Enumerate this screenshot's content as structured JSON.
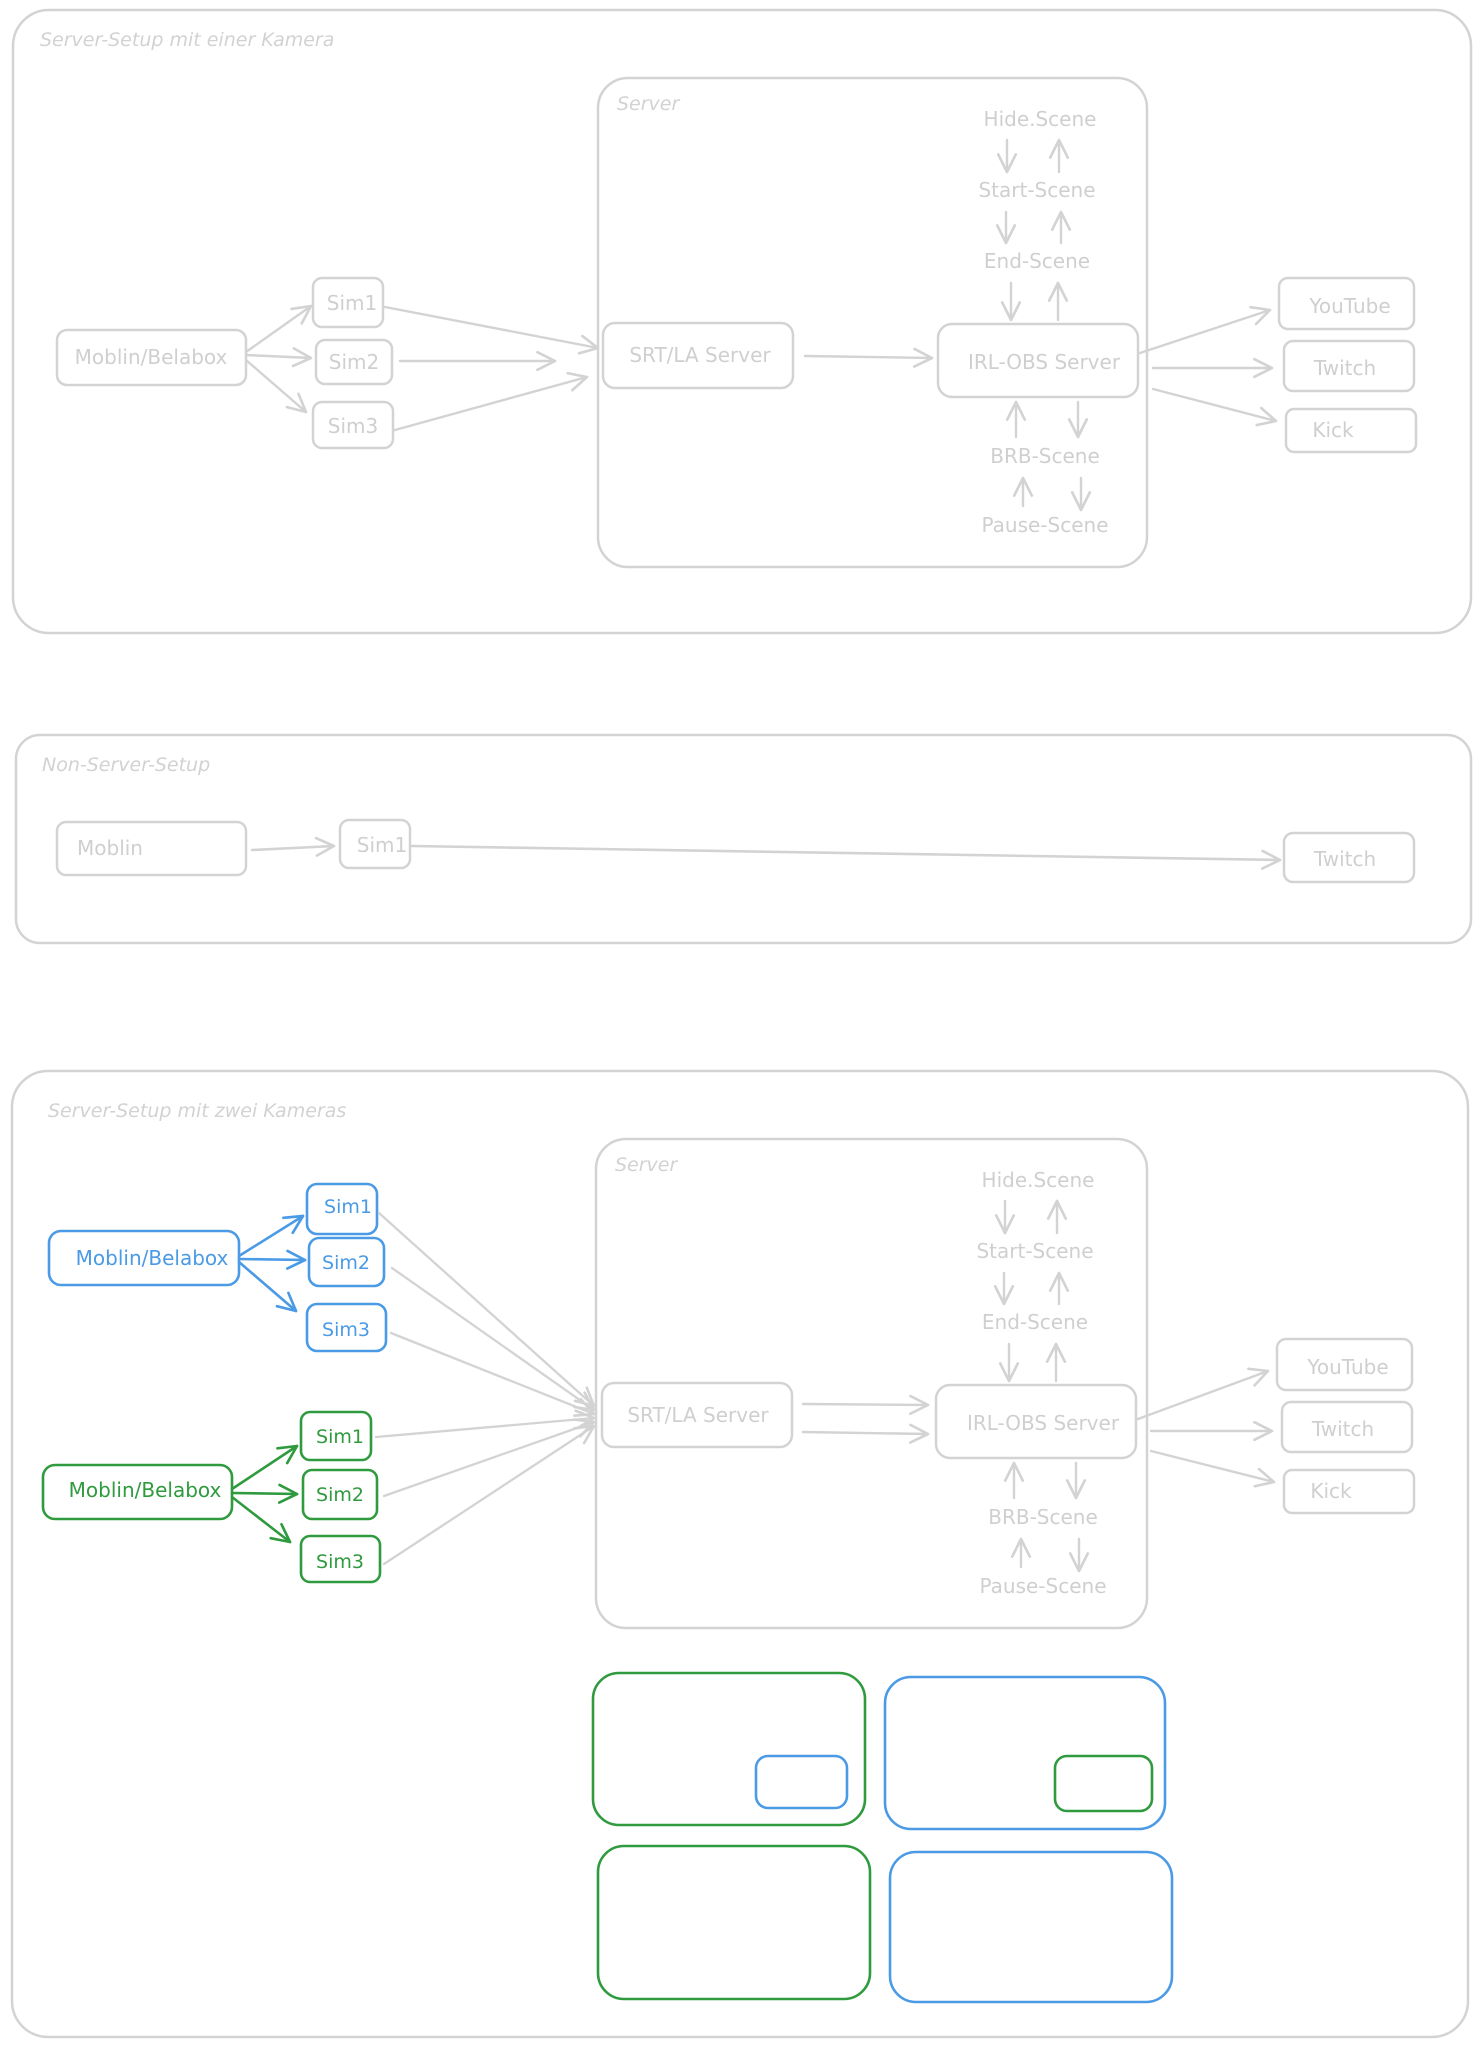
{
  "colors": {
    "grey": "#d3d3d3",
    "text_grey": "#cccccc",
    "blue": "#4a9ae6",
    "green": "#2f9a3e"
  },
  "section1": {
    "title": "Server-Setup mit einer Kamera",
    "server_group": "Server",
    "source": "Moblin/Belabox",
    "sims": [
      "Sim1",
      "Sim2",
      "Sim3"
    ],
    "ingest": "SRT/LA Server",
    "obs": "IRL-OBS Server",
    "scenes_above": [
      "Hide.Scene",
      "Start-Scene",
      "End-Scene"
    ],
    "scenes_below": [
      "BRB-Scene",
      "Pause-Scene"
    ],
    "platforms": [
      "YouTube",
      "Twitch",
      "Kick"
    ]
  },
  "section2": {
    "title": "Non-Server-Setup",
    "source": "Moblin",
    "sim": "Sim1",
    "platform": "Twitch"
  },
  "section3": {
    "title": "Server-Setup mit zwei Kameras",
    "server_group": "Server",
    "camera_blue": {
      "source": "Moblin/Belabox",
      "sims": [
        "Sim1",
        "Sim2",
        "Sim3"
      ]
    },
    "camera_green": {
      "source": "Moblin/Belabox",
      "sims": [
        "Sim1",
        "Sim2",
        "Sim3"
      ]
    },
    "ingest": "SRT/LA Server",
    "obs": "IRL-OBS Server",
    "scenes_above": [
      "Hide.Scene",
      "Start-Scene",
      "End-Scene"
    ],
    "scenes_below": [
      "BRB-Scene",
      "Pause-Scene"
    ],
    "platforms": [
      "YouTube",
      "Twitch",
      "Kick"
    ],
    "layout_previews": [
      {
        "main": "green",
        "pip": "blue"
      },
      {
        "main": "blue",
        "pip": "green"
      },
      {
        "main": "green",
        "pip": null
      },
      {
        "main": "blue",
        "pip": null
      }
    ]
  }
}
